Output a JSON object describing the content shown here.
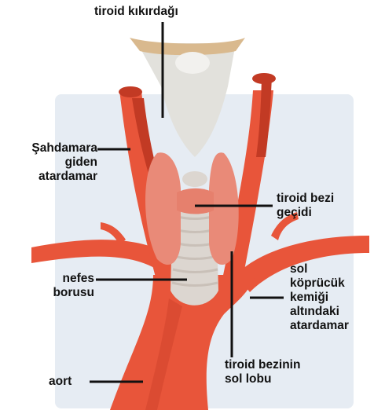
{
  "labels": {
    "thyroid_cartilage": {
      "lines": [
        "tiroid kıkırdağı"
      ]
    },
    "carotid_artery": {
      "lines": [
        "Şahdamara",
        "giden",
        "atardamar"
      ]
    },
    "isthmus": {
      "lines": [
        "tiroid bezi",
        "geçidi"
      ]
    },
    "trachea": {
      "lines": [
        "nefes",
        "borusu"
      ]
    },
    "subclavian_artery": {
      "lines": [
        "sol",
        "köprücük",
        "kemiği",
        "altındaki",
        "atardamar"
      ]
    },
    "left_lobe": {
      "lines": [
        "tiroid bezinin",
        "sol lobu"
      ]
    },
    "aorta": {
      "lines": [
        "aort"
      ]
    }
  },
  "colors": {
    "artery": "#e8553a",
    "artery_dark": "#c23a24",
    "thyroid": "#e98a78",
    "cartilage": "#e2e1dc",
    "cartilage_edge": "#d9b98e",
    "trachea": "#dcd6d0",
    "backdrop": "#e6ecf3",
    "leader": "#111111"
  }
}
